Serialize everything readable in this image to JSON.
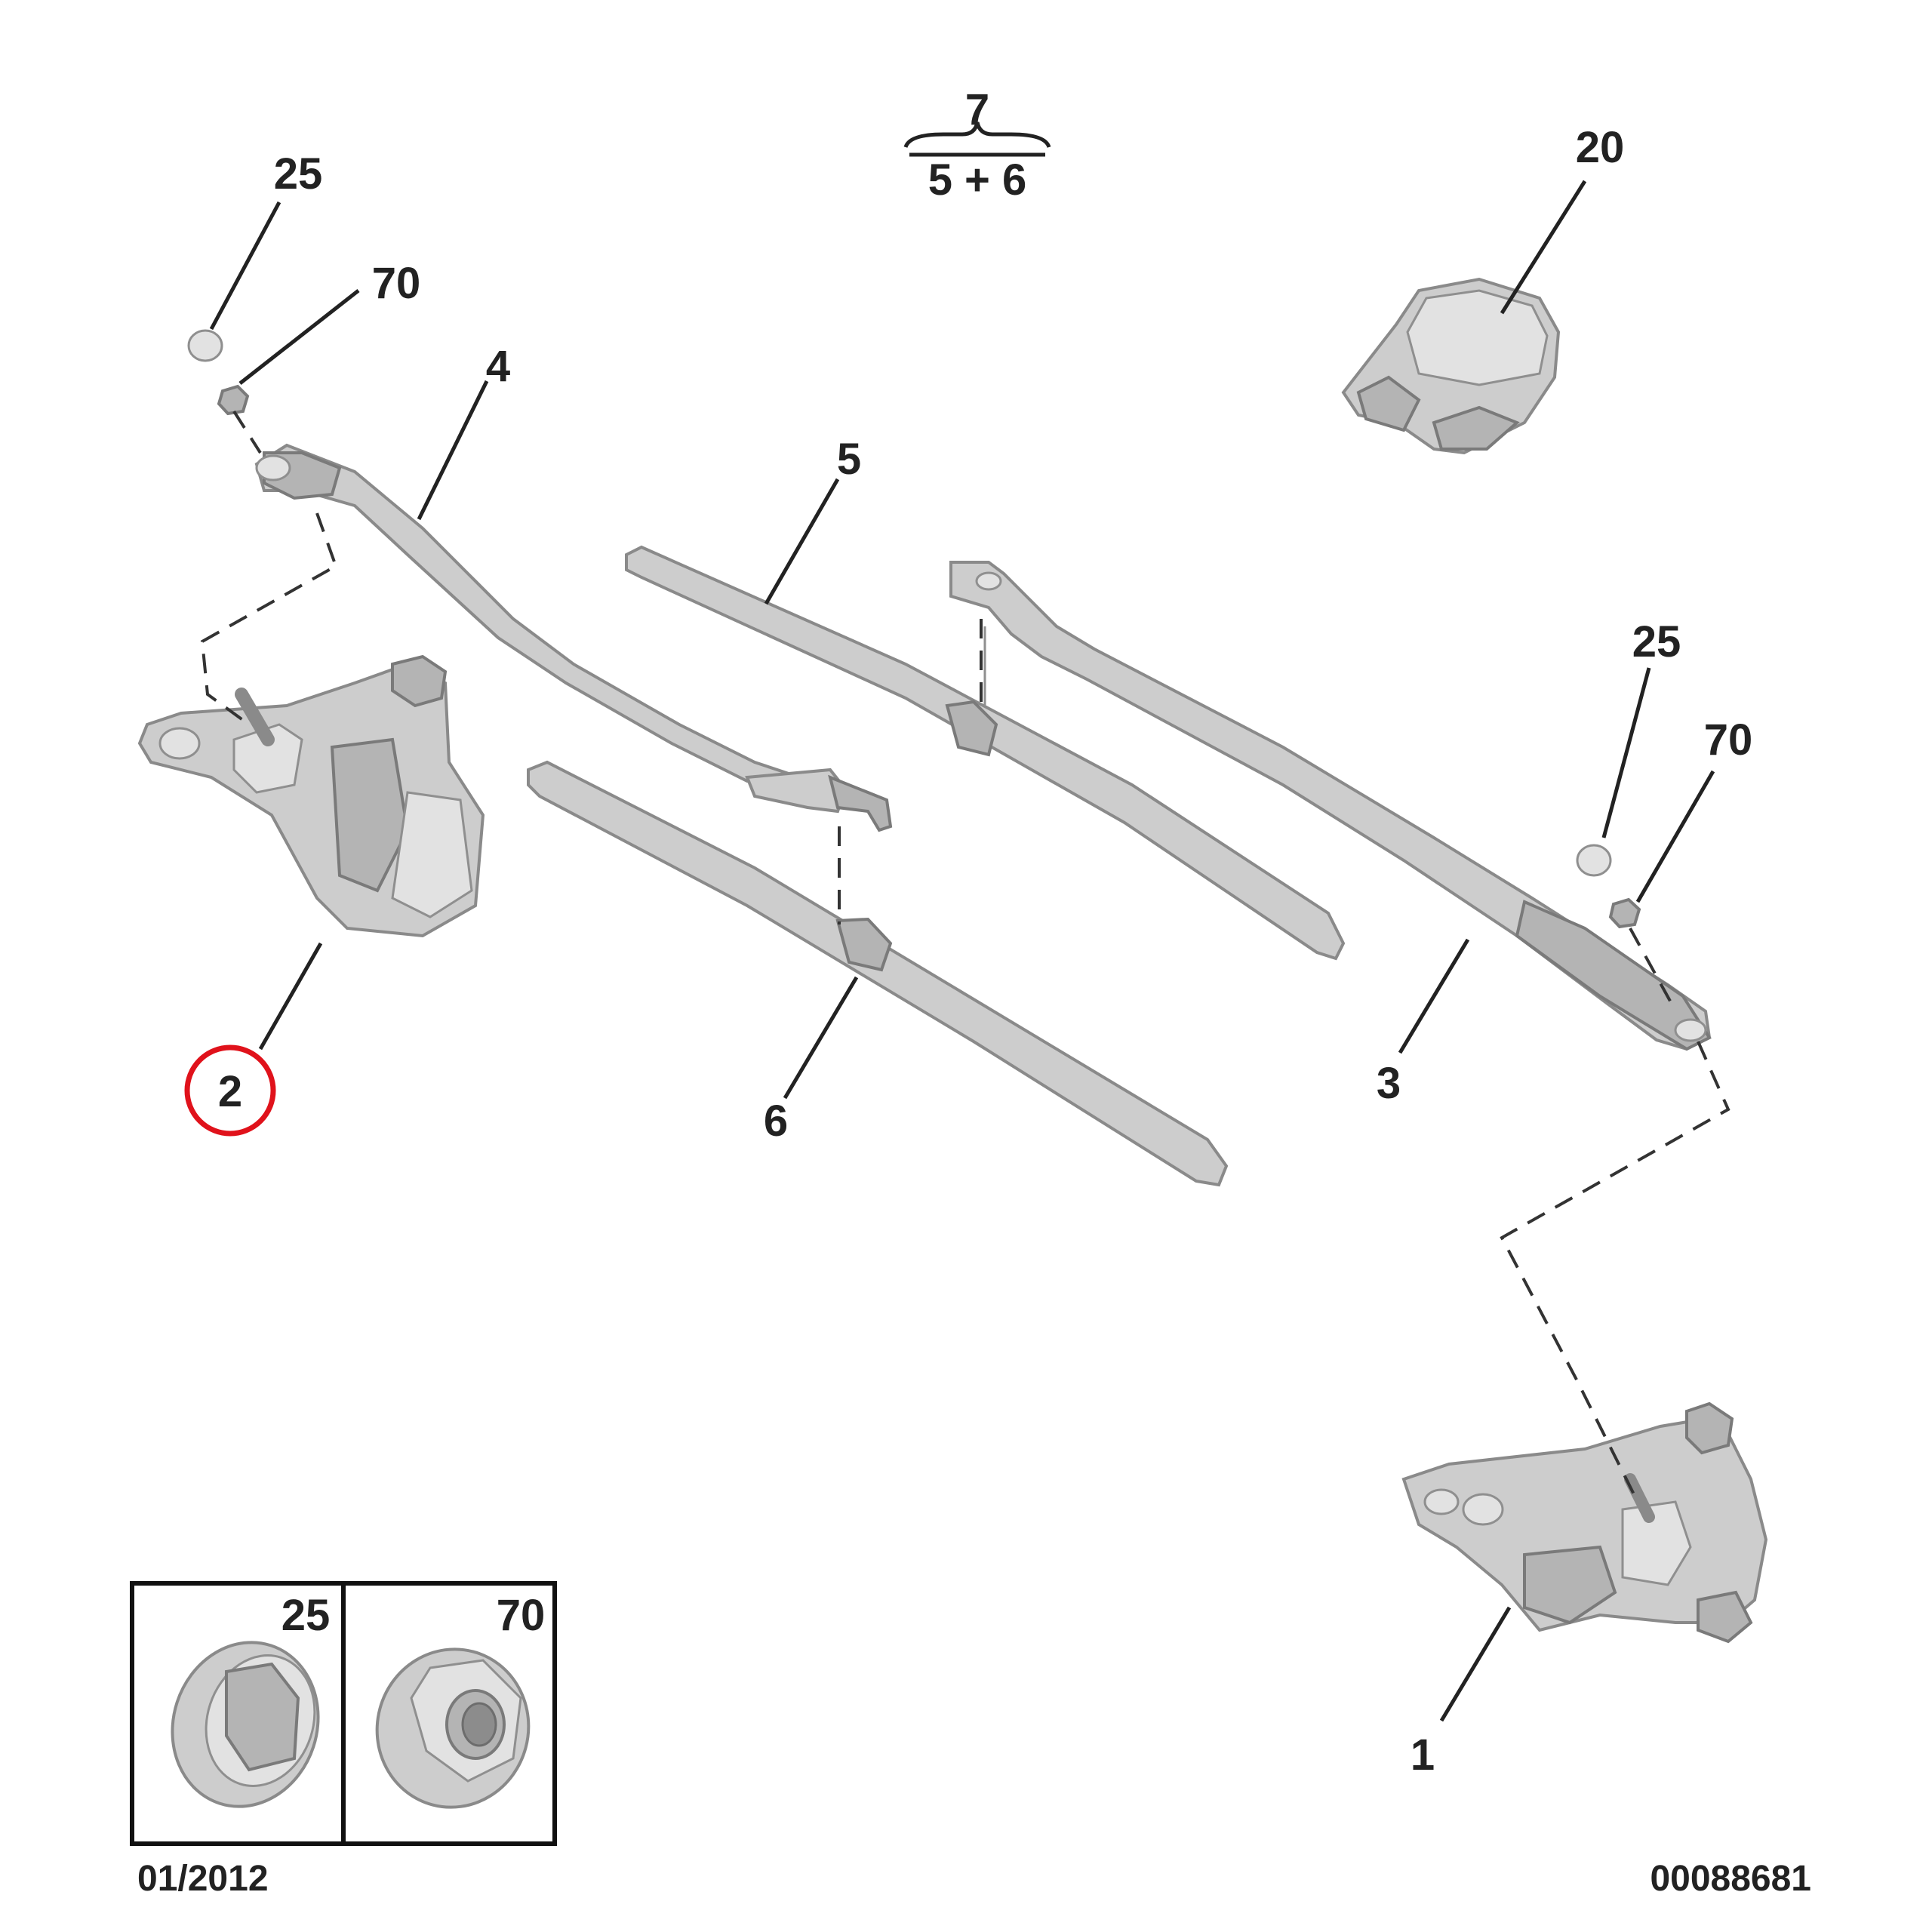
{
  "callouts": {
    "c1": "1",
    "c2": "2",
    "c3": "3",
    "c4": "4",
    "c5": "5",
    "c6": "6",
    "c7": "7",
    "c5plus6": "5 + 6",
    "c20": "20",
    "c25_left": "25",
    "c70_left": "70",
    "c25_right": "25",
    "c70_right": "70"
  },
  "inset": {
    "label_25": "25",
    "label_70": "70"
  },
  "footer": {
    "date": "01/2012",
    "diagram_number": "00088681"
  },
  "colors": {
    "highlight_circle": "#e0121b"
  }
}
